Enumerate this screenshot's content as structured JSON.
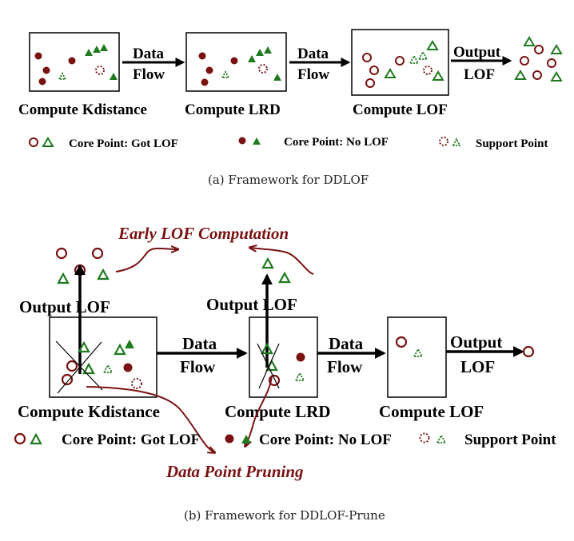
{
  "colors": {
    "core_no_lof": "#7a1212",
    "core_got_lof_circle": "#7a1212",
    "green": "#1f7a1f",
    "annotation": "#7a1212"
  },
  "panel_a": {
    "boxes": [
      "Compute Kdistance",
      "Compute LRD",
      "Compute LOF"
    ],
    "arrow1": [
      "Data",
      "Flow"
    ],
    "arrow2": [
      "Data",
      "Flow"
    ],
    "arrow3": [
      "Output",
      "LOF"
    ],
    "legend": {
      "got_lof": "Core Point: Got LOF",
      "no_lof": "Core Point: No LOF",
      "support": "Support Point"
    },
    "caption": "(a)  Framework for DDLOF"
  },
  "panel_b": {
    "boxes": [
      "Compute Kdistance",
      "Compute LRD",
      "Compute LOF"
    ],
    "output1": "Output LOF",
    "output2": "Output LOF",
    "arrow1": [
      "Data",
      "Flow"
    ],
    "arrow2": [
      "Data",
      "Flow"
    ],
    "arrow3": [
      "Output",
      "LOF"
    ],
    "early_note": "Early LOF Computation",
    "prune_note": "Data Point Pruning",
    "legend": {
      "got_lof": "Core Point: Got LOF",
      "no_lof": "Core Point: No LOF",
      "support": "Support Point"
    },
    "caption": "(b)  Framework for DDLOF-Prune"
  }
}
